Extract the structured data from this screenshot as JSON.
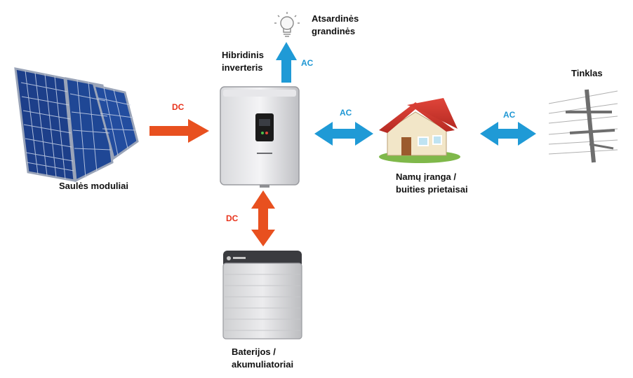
{
  "labels": {
    "solar": "Saulės moduliai",
    "inverter_line1": "Hibridinis",
    "inverter_line2": "inverteris",
    "backup_line1": "Atsardinės",
    "backup_line2": "grandinės",
    "home_line1": "Namų įranga /",
    "home_line2": "buities prietaisai",
    "grid": "Tinklas",
    "battery_line1": "Baterijos /",
    "battery_line2": "akumuliatoriai"
  },
  "tags": {
    "solar_to_inverter": "DC",
    "inverter_to_backup": "AC",
    "inverter_to_home": "AC",
    "home_to_grid": "AC",
    "inverter_to_battery": "DC"
  },
  "colors": {
    "dc_arrow": "#e8501f",
    "ac_arrow": "#1f9ad6",
    "dc_text": "#e8331c",
    "ac_text": "#1f97d4"
  },
  "icons": {
    "solar": "solar-panel-icon",
    "inverter": "inverter-icon",
    "backup": "light-bulb-icon",
    "home": "house-icon",
    "grid": "power-line-icon",
    "battery": "battery-icon"
  }
}
